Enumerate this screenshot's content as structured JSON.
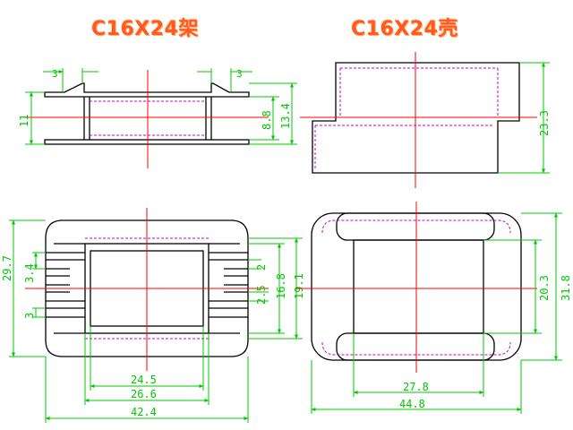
{
  "titles": {
    "bobbin": "C16X24架",
    "shell": "C16X24壳"
  },
  "colors": {
    "outline": "#000000",
    "dimension": "#00c800",
    "centerline": "#ff0000",
    "hidden": "#cc00cc",
    "title": "#ff5a1f"
  },
  "dimensions": {
    "bobbin_side": {
      "left_3": "3",
      "right_3": "3",
      "left_11": "11",
      "d_8_8": "8.8",
      "d_13_4": "13.4"
    },
    "shell_side": {
      "d_23_3": "23.3"
    },
    "bobbin_top": {
      "d_29_7": "29.7",
      "d_3_4": "3.4",
      "d_3": "3",
      "d_2": "2",
      "d_2_5": "2.5",
      "d_16_8": "16.8",
      "d_19_1": "19.1",
      "d_24_5": "24.5",
      "d_26_6": "26.6",
      "d_42_4": "42.4"
    },
    "shell_top": {
      "d_20_3": "20.3",
      "d_31_8": "31.8",
      "d_27_8": "27.8",
      "d_44_8": "44.8"
    }
  }
}
